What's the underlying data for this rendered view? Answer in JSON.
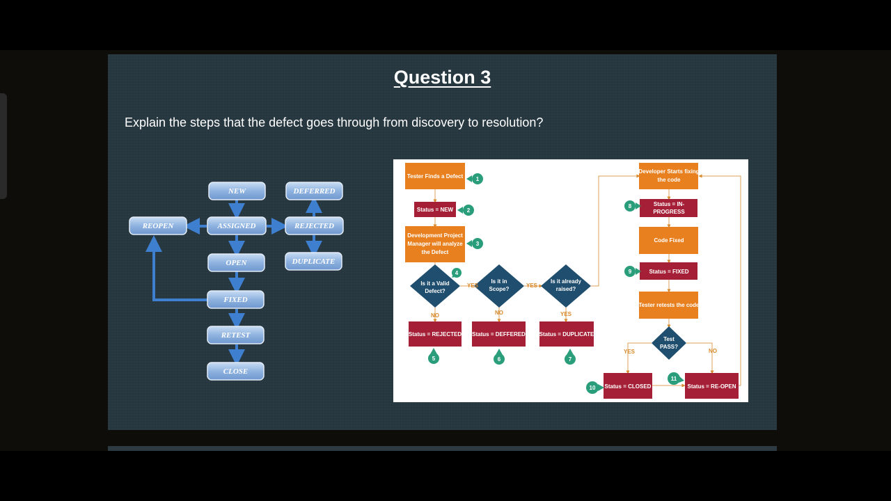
{
  "slide": {
    "title": "Question 3",
    "question": "Explain the steps that the defect goes through from discovery to resolution?"
  },
  "lifecycle": {
    "new": "NEW",
    "assigned": "ASSIGNED",
    "open": "OPEN",
    "fixed": "FIXED",
    "retest": "RETEST",
    "close": "CLOSE",
    "reopen": "REOPEN",
    "deferred": "DEFERRED",
    "rejected": "REJECTED",
    "duplicate": "DUPLICATE"
  },
  "flow": {
    "tester_finds_1": "Tester Finds a Defect",
    "status_new": "Status = NEW",
    "dev_pm_1": "Development Project",
    "dev_pm_2": "Manager will analyze",
    "dev_pm_3": "the Defect",
    "valid_1": "Is it a Valid",
    "valid_2": "Defect?",
    "scope_1": "Is it in",
    "scope_2": "Scope?",
    "raised_1": "Is it already",
    "raised_2": "raised?",
    "status_rejected": "Status = REJECTED",
    "status_deferred": "Status = DEFFERED",
    "status_duplicate": "Status = DUPLICATE",
    "dev_starts_1": "Developer Starts fixing",
    "dev_starts_2": "the code",
    "status_inprogress_1": "Status = IN-",
    "status_inprogress_2": "PROGRESS",
    "code_fixed": "Code Fixed",
    "status_fixed": "Status = FIXED",
    "tester_retests": "Tester retests the code",
    "test_pass_1": "Test",
    "test_pass_2": "PASS?",
    "status_closed": "Status = CLOSED",
    "status_reopen": "Status = RE-OPEN",
    "yes": "YES",
    "no": "NO",
    "n1": "1",
    "n2": "2",
    "n3": "3",
    "n4": "4",
    "n5": "5",
    "n6": "6",
    "n7": "7",
    "n8": "8",
    "n9": "9",
    "n10": "10",
    "n11": "11"
  }
}
